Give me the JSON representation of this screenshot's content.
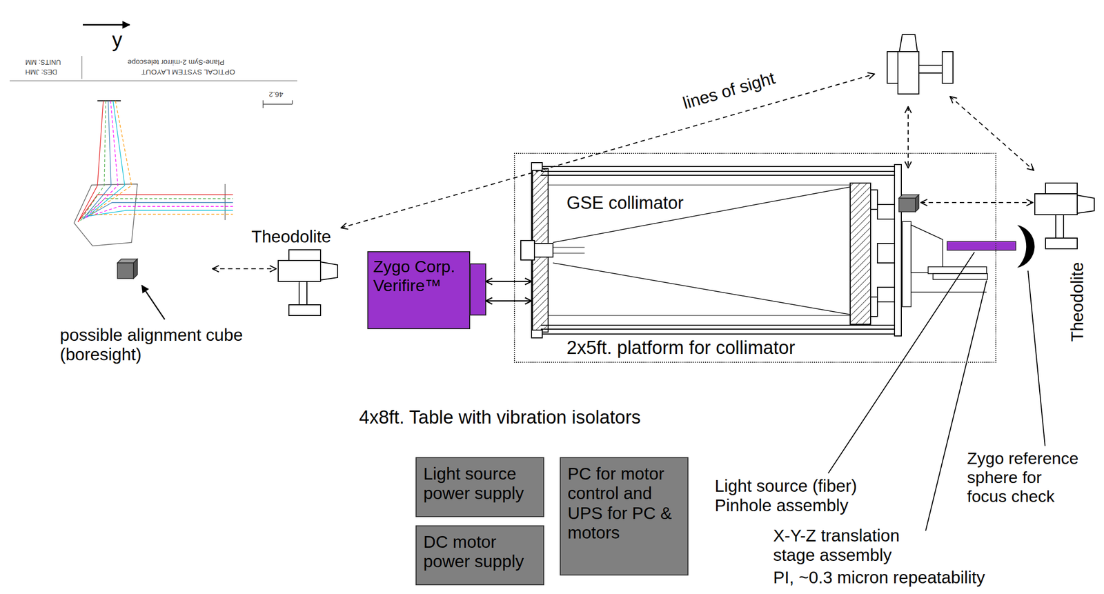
{
  "diagram": {
    "nodes": [
      {
        "text": [
          "2x5ft. platform for collimator"
        ]
      },
      {
        "text": [
          "GSE collimator"
        ],
        "in": 0
      },
      {
        "text": [
          "Zygo Corp. Verifire™"
        ]
      },
      {
        "text": [
          "Light source power supply"
        ]
      },
      {
        "text": [
          "DC motor power supply"
        ]
      },
      {
        "text": [
          "PC for motor control and UPS for PC & motors"
        ]
      }
    ],
    "edges": [
      {
        "from": 2,
        "to": 1,
        "arrow": "both"
      },
      {
        "from": 2,
        "to": 1,
        "arrow": "both"
      }
    ],
    "labels": [
      "y",
      "UNITS: MM",
      "DES: JMH",
      "Plane-Sym 2-mirror telescope",
      "OPTICAL SYSTEM LAYOUT",
      "46.2",
      "lines of sight",
      "Theodolite",
      "possible alignment cube (boresight)",
      "Theodolite",
      "4x8ft. Table with vibration isolators",
      "Light source (fiber) Pinhole assembly",
      "X-Y-Z translation stage assembly",
      "PI, ~0.3 micron repeatability",
      "Zygo reference sphere for focus check"
    ]
  }
}
